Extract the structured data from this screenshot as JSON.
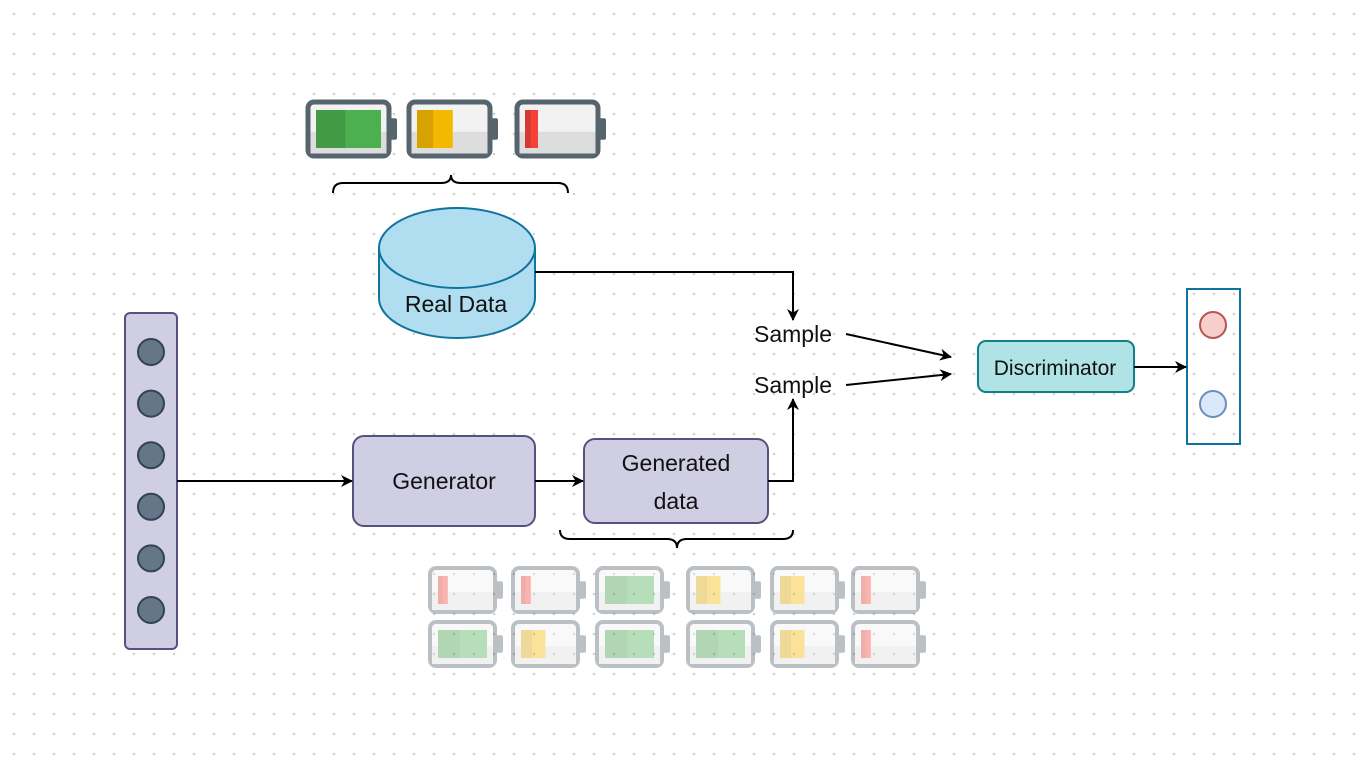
{
  "labels": {
    "real_data": "Real Data",
    "generator": "Generator",
    "generated_line1": "Generated",
    "generated_line2": "data",
    "sample_top": "Sample",
    "sample_bottom": "Sample",
    "discriminator": "Discriminator"
  },
  "colors": {
    "db_fill": "#b1ddf0",
    "db_stroke": "#10739e",
    "box_fill": "#d0cee2",
    "box_stroke": "#56517e",
    "disc_fill": "#b0e3e6",
    "disc_stroke": "#0e8088",
    "out_box_stroke": "#10739e",
    "out_real_fill": "#f8cecc",
    "out_real_stroke": "#b85450",
    "out_fake_fill": "#dae8fc",
    "out_fake_stroke": "#6c8ebf",
    "node_fill": "#647687",
    "node_stroke": "#314354",
    "green": "#4caf50",
    "yellow": "#f5b800",
    "red": "#f44336"
  },
  "real_batteries": [
    {
      "icon": "battery-full-icon",
      "level": 1.0,
      "color": "green"
    },
    {
      "icon": "battery-half-icon",
      "level": 0.55,
      "color": "yellow"
    },
    {
      "icon": "battery-low-icon",
      "level": 0.2,
      "color": "red"
    }
  ],
  "generated_batteries": [
    {
      "row": 1,
      "icon": "battery-low-icon",
      "level": 0.2,
      "color": "red"
    },
    {
      "row": 1,
      "icon": "battery-low-icon",
      "level": 0.2,
      "color": "red"
    },
    {
      "row": 1,
      "icon": "battery-full-icon",
      "level": 1.0,
      "color": "green"
    },
    {
      "row": 1,
      "icon": "battery-half-icon",
      "level": 0.5,
      "color": "yellow"
    },
    {
      "row": 1,
      "icon": "battery-half-icon",
      "level": 0.5,
      "color": "yellow"
    },
    {
      "row": 1,
      "icon": "battery-low-icon",
      "level": 0.2,
      "color": "red"
    },
    {
      "row": 2,
      "icon": "battery-full-icon",
      "level": 1.0,
      "color": "green"
    },
    {
      "row": 2,
      "icon": "battery-half-icon",
      "level": 0.5,
      "color": "yellow"
    },
    {
      "row": 2,
      "icon": "battery-full-icon",
      "level": 1.0,
      "color": "green"
    },
    {
      "row": 2,
      "icon": "battery-full-icon",
      "level": 1.0,
      "color": "green"
    },
    {
      "row": 2,
      "icon": "battery-half-icon",
      "level": 0.5,
      "color": "yellow"
    },
    {
      "row": 2,
      "icon": "battery-low-icon",
      "level": 0.2,
      "color": "red"
    }
  ],
  "noise_vector_nodes": 6
}
